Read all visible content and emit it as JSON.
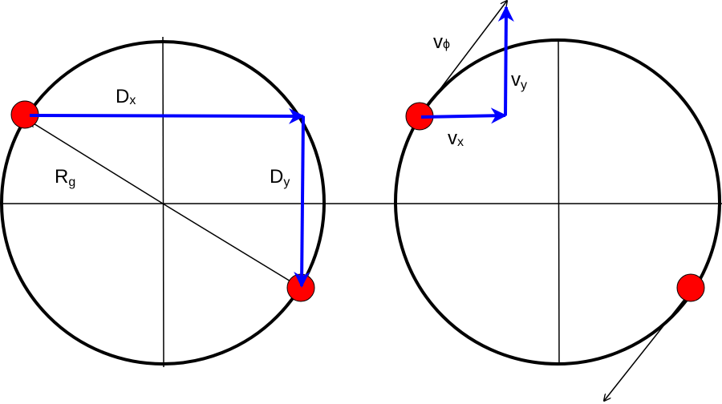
{
  "colors": {
    "circle": "#000000",
    "vector": "#0000ff",
    "particle": "#ff0000",
    "axis": "#000000"
  },
  "left_panel": {
    "dx": {
      "main": "D",
      "sub": "x"
    },
    "dy": {
      "main": "D",
      "sub": "y"
    },
    "rg": {
      "main": "R",
      "sub": "g"
    }
  },
  "right_panel": {
    "vphi": {
      "main": "v",
      "sub": "ϕ"
    },
    "vx": {
      "main": "v",
      "sub": "x"
    },
    "vy": {
      "main": "v",
      "sub": "y"
    }
  }
}
